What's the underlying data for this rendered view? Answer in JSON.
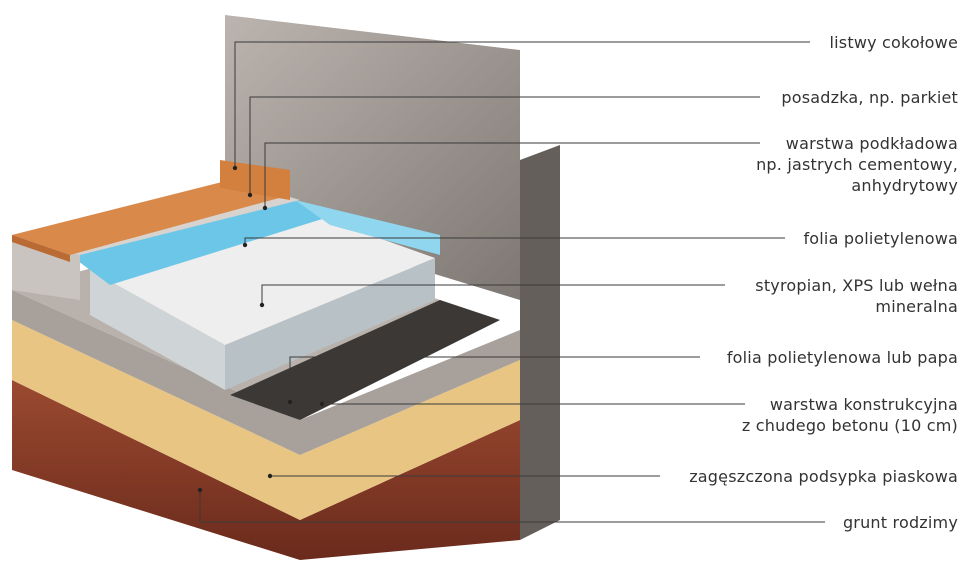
{
  "labels": [
    {
      "id": "listwy",
      "text": "listwy cokołowe"
    },
    {
      "id": "posadzka",
      "text": "posadzka, np. parkiet"
    },
    {
      "id": "warstwa_podkladowa",
      "text": "warstwa podkładowa\nnp. jastrych cementowy,\nanhydrytowy"
    },
    {
      "id": "folia1",
      "text": "folia polietylenowa"
    },
    {
      "id": "styropian",
      "text": "styropian, XPS lub wełna\nmineralna"
    },
    {
      "id": "folia2",
      "text": "folia polietylenowa lub papa"
    },
    {
      "id": "warstwa_konstr",
      "text": "warstwa konstrukcyjna\nz chudego betonu (10 cm)"
    },
    {
      "id": "podsypka",
      "text": "zagęszczona podsypka piaskowa"
    },
    {
      "id": "grunt",
      "text": "grunt rodzimy"
    }
  ],
  "colors": {
    "wall": "#8d8681",
    "wood": "#d98a4a",
    "screed": "#c9c4bf",
    "foil": "#6cc6e8",
    "insulation": "#e9e9ea",
    "tarpaper": "#3b3836",
    "concrete": "#a8a09a",
    "sand": "#e8c583",
    "soil": "#8a3e2a"
  }
}
